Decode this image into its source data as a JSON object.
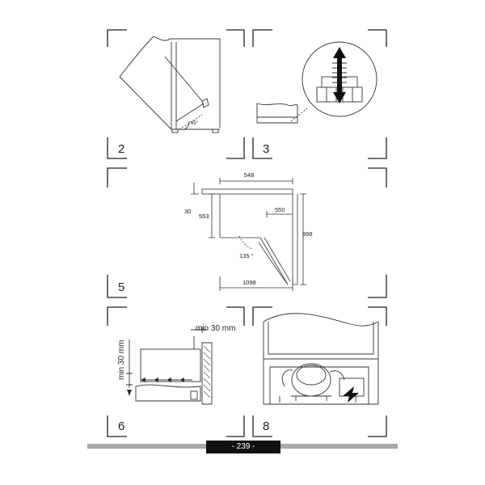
{
  "figures": [
    {
      "number": "2"
    },
    {
      "number": "3"
    },
    {
      "number": "5"
    },
    {
      "number": "6"
    },
    {
      "number": "8"
    }
  ],
  "fig2": {
    "angle": "45°"
  },
  "fig5": {
    "dim_top": "548",
    "dim_left_small": "30",
    "dim_height": "553",
    "dim_depth": "550",
    "dim_total_height": "998",
    "dim_angle": "135 °",
    "dim_bottom": "1098"
  },
  "fig6": {
    "clearance_side": "min 30 mm",
    "clearance_top": "min 30 mm"
  },
  "footer": {
    "page": "- 239 -"
  }
}
